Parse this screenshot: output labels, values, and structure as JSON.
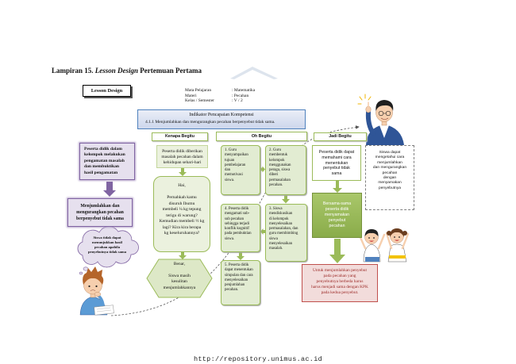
{
  "colors": {
    "purple": "#8064a2",
    "green": "#9bbb59",
    "red": "#c0504d",
    "blue": "#4f81bd"
  },
  "document": {
    "heading": {
      "prefix": "Lampiran 15. ",
      "emphasis": "Lesson Design",
      "suffix": " Pertemuan Pertama"
    },
    "badge": "Lesson Design",
    "info": [
      {
        "label": "Mata Pelajaran",
        "value": ": Matematika"
      },
      {
        "label": "Materi",
        "value": ": Pecahan"
      },
      {
        "label": "Kelas / Semester",
        "value": ": V / 2"
      }
    ],
    "footer_url": "http://repository.unimus.ac.id"
  },
  "indicator": {
    "title": "Indikator Pencapaian Kompetensi",
    "text": "4.1.1 Menjumlahkan dan mengurangkan pecahan berpenyebut tidak sama."
  },
  "left_panel": {
    "observation": "Peserta didik dalam\nkelompok melakukan\npengamatan masalah\ndan membuktikan\nhasil pengamatan",
    "topic": "Menjumlahkan dan\nmengurangkan pecahan\nberpenyebut tidak sama",
    "problem_thought": "Siswa tidak dapat\nmenunjukkan hasil\npecahan apabila\npenyebutnya tidak sama"
  },
  "phase_why": {
    "header": "Kenapa Begitu",
    "problem": "Peserta didik diberikan\nmasalah pecahan dalam\nkehidupan sehari-hari",
    "question": "Hai,\n\nPernahkah kamu\ndisuruh Ibumu\nmembeli ¼ kg tepung\nterigu di warung?\nKemudian membeli ½ kg\nlagi? Kira kira berapa\nkg keseluruhannya?",
    "response": "Benar,\n\nSiswa masih\nkesulitan\nmenjumlahkannya"
  },
  "phase_oh": {
    "header": "Oh Begitu",
    "step1": "1. Guru\nmenyampaikan\ntujuan\npembelajaran\ndan\nmemotivasi\nsiswa.",
    "step2": "2. Guru\nmembentuk\nkelompok\nmenggunakan\nperaga, siswa\ndiberi\npermasalahan\npecahan.",
    "step3": "3. Siswa\nmendiskusikan\ndi kelompok\nmenyelesaikan\npermasalahan, dan\nguru membimbing\nsiswa\nmenyelesaikan\nmasalah.",
    "step4": "4. Peserta didik\nmengamati sub-\nsub pecahan\nsehingga terjadi\nkonflik kognitif\npada pembuktian\nsiswa.",
    "step5": "5. Peserta didik\ndapat menentukan\nsimpulan dan cara\nmenyelesaikan\npenjumlahan\npecahan."
  },
  "phase_so": {
    "header": "Jadi Begitu",
    "understanding": "Peserta didik dapat\nmemahami cara\nmenentukan\npenyebut tidak\nsama",
    "together": "Bersama-sama\npeserta didik\nmenyamakan\npenyebut\npecahan",
    "conclusion": "Untuk menjumlahkan penyebut\npada pecahan yang\npenyebutnya berbeda harus\nharus menjadi sama dengan KPK\npada kedua penyebut."
  },
  "right_panel": {
    "goal": "Siswa dapat\nmengetahui cara\nmenjumlahkan\ndan mengurangkan\npecahan\ndengan\nmenyamakan\npenyebutnya"
  }
}
